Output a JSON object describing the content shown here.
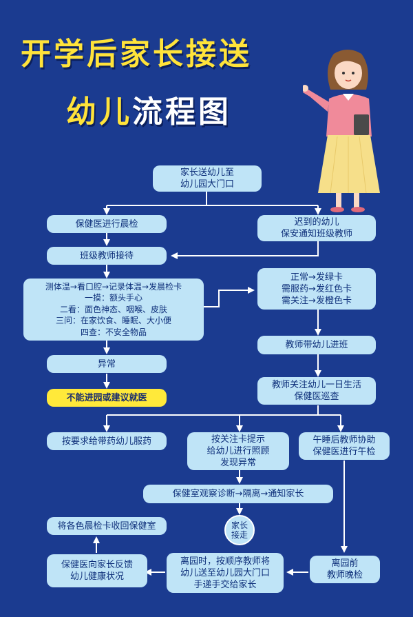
{
  "title": {
    "line1": "开学后家长接送",
    "line2_yellow": "幼儿",
    "line2_white": "流程图"
  },
  "nodes": {
    "start": "家长送幼儿至\n幼儿园大门口",
    "checkup": "保健医进行晨检",
    "late": "迟到的幼儿\n保安通知班级教师",
    "reception": "班级教师接待",
    "procedure": "测体温→看口腔→记录体温→发晨检卡\n一摸：额头手心\n二看：面色神态、咽喉、皮肤\n三问：在家饮食、睡眠、大小便\n四查：不安全物品",
    "cards": "正常→发绿卡\n需服药→发红色卡\n需关注→发橙色卡",
    "abnormal": "异常",
    "refuse": "不能进园或建议就医",
    "into_class": "教师带幼儿进班",
    "daily": "教师关注幼儿一日生活\n保健医巡查",
    "medicine": "按要求给带药幼儿服药",
    "care": "按关注卡提示\n给幼儿进行照顾\n发现异常",
    "nap": "午睡后教师协助\n保健医进行午检",
    "observe": "保健室观察诊断→隔离→通知家长",
    "pickup": "家长\n接走",
    "collect": "将各色晨检卡收回保健室",
    "feedback": "保健医向家长反馈\n幼儿健康状况",
    "leave": "离园时，按顺序教师将\n幼儿送至幼儿园大门口\n手递手交给家长",
    "evening": "离园前\n教师晚检"
  },
  "colors": {
    "background": "#1b3b90",
    "box": "#bfe4f7",
    "highlight": "#ffe93a",
    "title": "#ffe33a",
    "line": "#ffffff"
  }
}
